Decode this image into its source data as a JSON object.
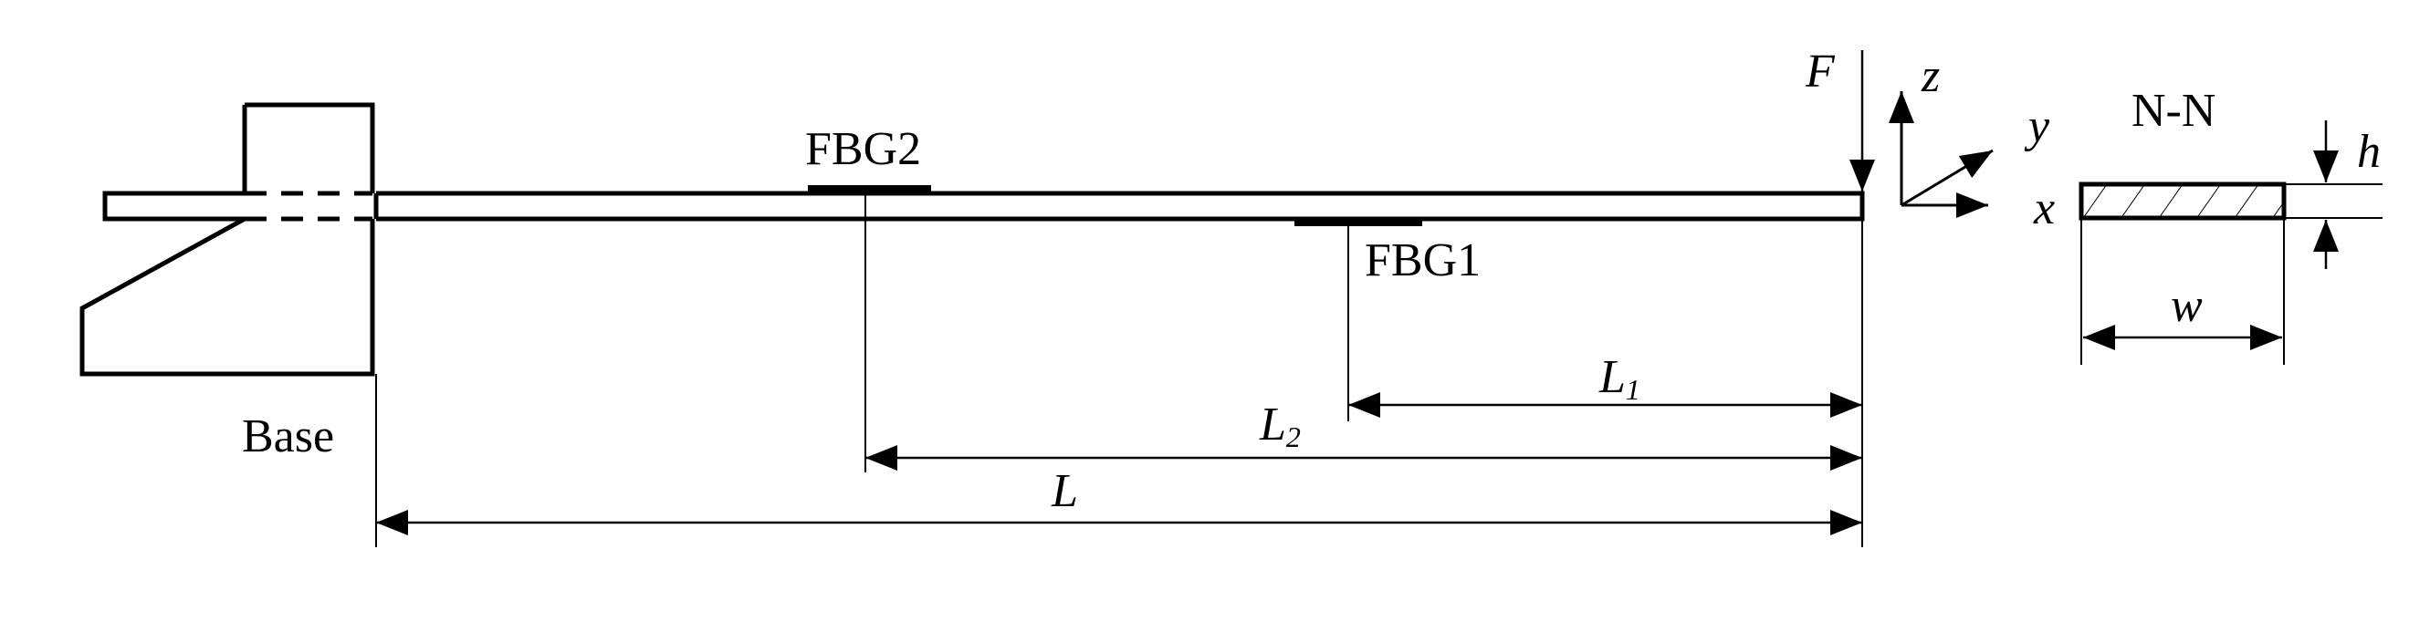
{
  "labels": {
    "force": "F",
    "axis_z": "z",
    "axis_y": "y",
    "axis_x": "x",
    "section": "N-N",
    "height": "h",
    "width": "w",
    "fbg1": "FBG1",
    "fbg2": "FBG2",
    "base": "Base",
    "length_total": "L",
    "length_1": "L",
    "length_1_sub": "1",
    "length_2": "L",
    "length_2_sub": "2"
  }
}
